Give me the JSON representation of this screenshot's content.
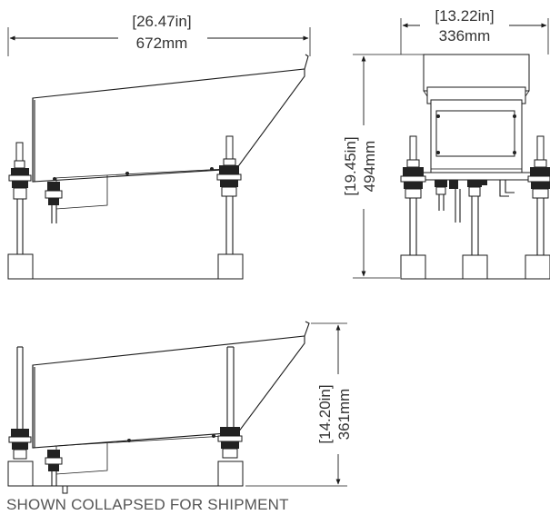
{
  "dimensions": {
    "side_length_in": "[26.47in]",
    "side_length_mm": "672mm",
    "front_width_in": "[13.22in]",
    "front_width_mm": "336mm",
    "height_in": "[19.45in]",
    "height_mm": "494mm",
    "collapsed_height_in": "[14.20in]",
    "collapsed_height_mm": "361mm"
  },
  "caption": "SHOWN COLLAPSED FOR SHIPMENT"
}
